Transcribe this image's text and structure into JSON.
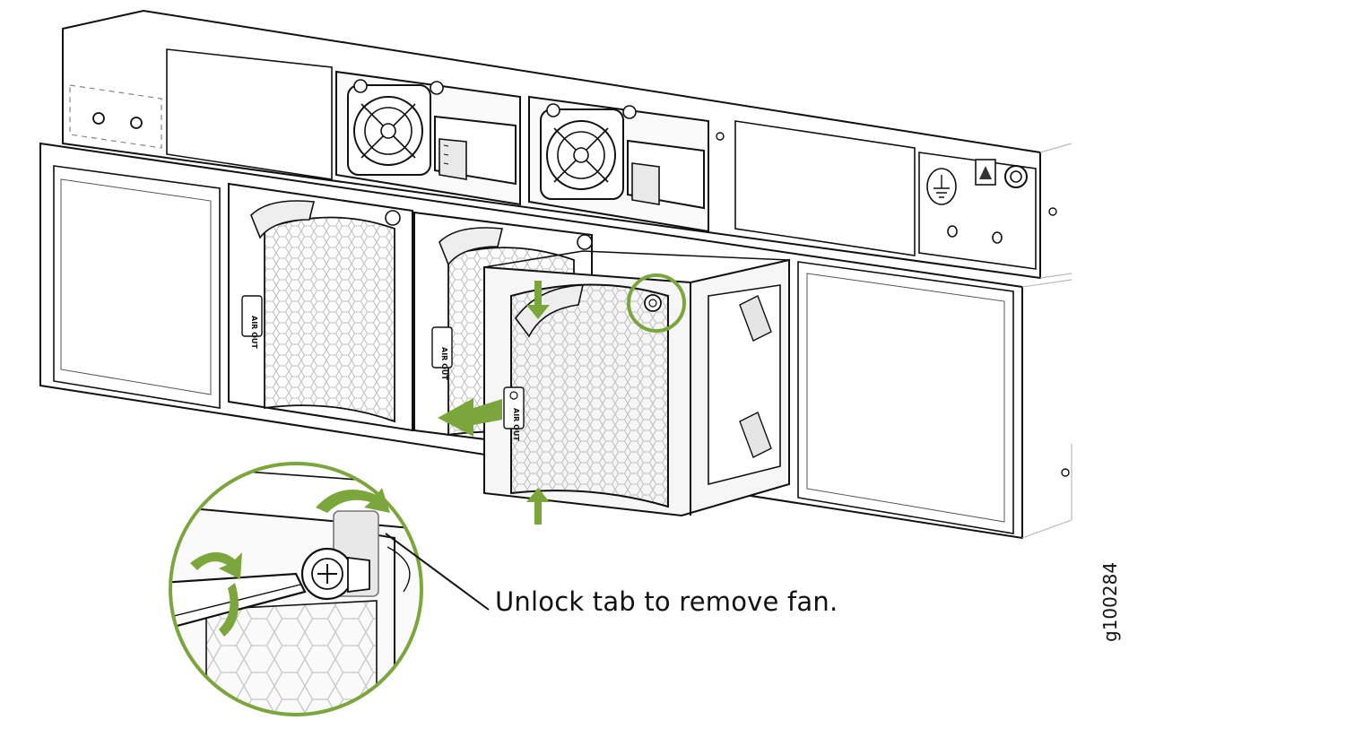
{
  "diagram": {
    "callout_label": "Unlock tab to remove fan.",
    "figure_id": "g100284",
    "fan_module_label_line1": "AIR",
    "fan_module_label_line2": "OUT",
    "colors": {
      "line": "#111111",
      "accent_green": "#7ba63b",
      "chassis_fill": "#f4f4f4",
      "panel_fill": "#ffffff",
      "mesh": "#cfcfcf"
    },
    "icons": [
      "fan-airflow-icon",
      "esd-warning-icon",
      "ground-symbol-icon",
      "rotate-arrow-icon",
      "screwdriver-icon"
    ]
  }
}
